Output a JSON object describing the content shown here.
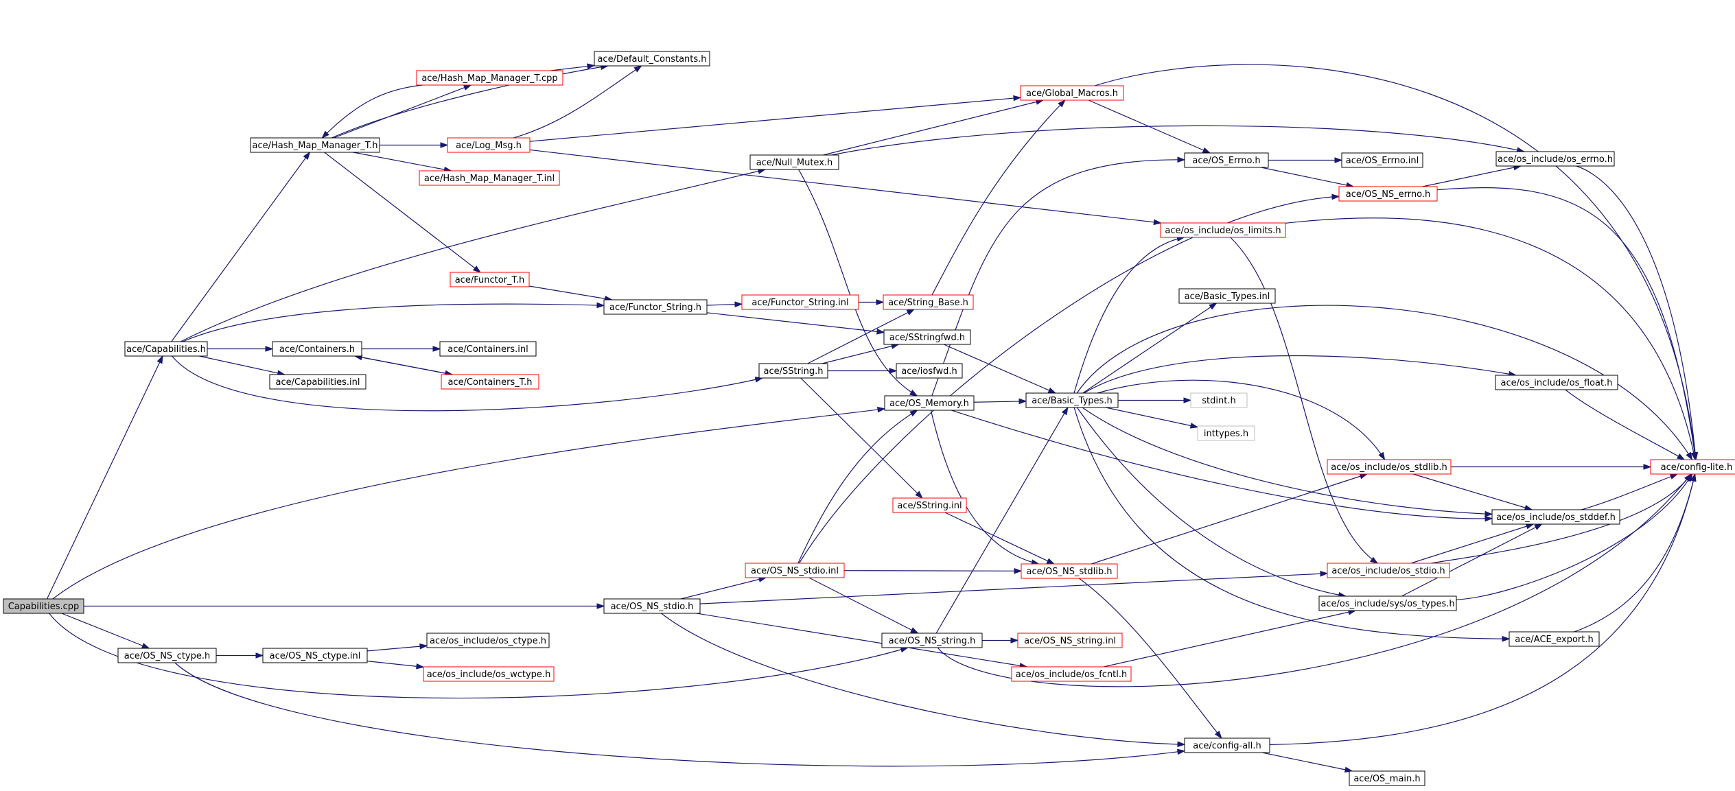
{
  "colors": {
    "edge": "#191970",
    "border_normal": "#000000",
    "border_incomplete": "#ff0000",
    "border_external": "#bfbfbf",
    "root_fill": "#bfbfbf"
  },
  "nodes": [
    {
      "id": "capabilities_cpp",
      "label": "Capabilities.cpp",
      "kind": "root"
    },
    {
      "id": "capabilities_h",
      "label": "ace/Capabilities.h",
      "kind": "normal"
    },
    {
      "id": "os_ns_ctype_h",
      "label": "ace/OS_NS_ctype.h",
      "kind": "normal"
    },
    {
      "id": "hash_map_manager_t_h",
      "label": "ace/Hash_Map_Manager_T.h",
      "kind": "normal"
    },
    {
      "id": "hash_map_manager_t_cpp",
      "label": "ace/Hash_Map_Manager_T.cpp",
      "kind": "incomplete"
    },
    {
      "id": "default_constants_h",
      "label": "ace/Default_Constants.h",
      "kind": "normal"
    },
    {
      "id": "log_msg_h",
      "label": "ace/Log_Msg.h",
      "kind": "incomplete"
    },
    {
      "id": "hash_map_manager_t_inl",
      "label": "ace/Hash_Map_Manager_T.inl",
      "kind": "incomplete"
    },
    {
      "id": "functor_t_h",
      "label": "ace/Functor_T.h",
      "kind": "incomplete"
    },
    {
      "id": "containers_h",
      "label": "ace/Containers.h",
      "kind": "normal"
    },
    {
      "id": "capabilities_inl",
      "label": "ace/Capabilities.inl",
      "kind": "normal"
    },
    {
      "id": "containers_inl",
      "label": "ace/Containers.inl",
      "kind": "normal"
    },
    {
      "id": "containers_t_h",
      "label": "ace/Containers_T.h",
      "kind": "incomplete"
    },
    {
      "id": "functor_string_h",
      "label": "ace/Functor_String.h",
      "kind": "normal"
    },
    {
      "id": "functor_string_inl",
      "label": "ace/Functor_String.inl",
      "kind": "incomplete"
    },
    {
      "id": "string_base_h",
      "label": "ace/String_Base.h",
      "kind": "incomplete"
    },
    {
      "id": "null_mutex_h",
      "label": "ace/Null_Mutex.h",
      "kind": "normal"
    },
    {
      "id": "global_macros_h",
      "label": "ace/Global_Macros.h",
      "kind": "incomplete"
    },
    {
      "id": "os_errno_h",
      "label": "ace/OS_Errno.h",
      "kind": "normal"
    },
    {
      "id": "os_errno_inl",
      "label": "ace/OS_Errno.inl",
      "kind": "normal"
    },
    {
      "id": "os_ns_errno_h",
      "label": "ace/OS_NS_errno.h",
      "kind": "incomplete"
    },
    {
      "id": "os_include_os_errno_h",
      "label": "ace/os_include/os_errno.h",
      "kind": "normal"
    },
    {
      "id": "os_include_os_limits_h",
      "label": "ace/os_include/os_limits.h",
      "kind": "incomplete"
    },
    {
      "id": "basic_types_inl",
      "label": "ace/Basic_Types.inl",
      "kind": "normal"
    },
    {
      "id": "sstringfwd_h",
      "label": "ace/SStringfwd.h",
      "kind": "normal"
    },
    {
      "id": "sstring_h",
      "label": "ace/SString.h",
      "kind": "normal"
    },
    {
      "id": "iosfwd_h",
      "label": "ace/iosfwd.h",
      "kind": "normal"
    },
    {
      "id": "os_memory_h",
      "label": "ace/OS_Memory.h",
      "kind": "normal"
    },
    {
      "id": "basic_types_h",
      "label": "ace/Basic_Types.h",
      "kind": "normal"
    },
    {
      "id": "stdint_h",
      "label": "stdint.h",
      "kind": "external"
    },
    {
      "id": "inttypes_h",
      "label": "inttypes.h",
      "kind": "external"
    },
    {
      "id": "os_include_os_float_h",
      "label": "ace/os_include/os_float.h",
      "kind": "normal"
    },
    {
      "id": "os_include_os_stdlib_h",
      "label": "ace/os_include/os_stdlib.h",
      "kind": "incomplete"
    },
    {
      "id": "config_lite_h",
      "label": "ace/config-lite.h",
      "kind": "incomplete"
    },
    {
      "id": "os_include_os_stddef_h",
      "label": "ace/os_include/os_stddef.h",
      "kind": "normal"
    },
    {
      "id": "sstring_inl",
      "label": "ace/SString.inl",
      "kind": "incomplete"
    },
    {
      "id": "os_ns_stdio_inl",
      "label": "ace/OS_NS_stdio.inl",
      "kind": "incomplete"
    },
    {
      "id": "os_ns_stdlib_h",
      "label": "ace/OS_NS_stdlib.h",
      "kind": "incomplete"
    },
    {
      "id": "os_include_os_stdio_h",
      "label": "ace/os_include/os_stdio.h",
      "kind": "incomplete"
    },
    {
      "id": "os_ns_stdio_h",
      "label": "ace/OS_NS_stdio.h",
      "kind": "normal"
    },
    {
      "id": "os_include_sys_os_types_h",
      "label": "ace/os_include/sys/os_types.h",
      "kind": "normal"
    },
    {
      "id": "ace_export_h",
      "label": "ace/ACE_export.h",
      "kind": "normal"
    },
    {
      "id": "os_ns_ctype_inl",
      "label": "ace/OS_NS_ctype.inl",
      "kind": "normal"
    },
    {
      "id": "os_include_os_ctype_h",
      "label": "ace/os_include/os_ctype.h",
      "kind": "normal"
    },
    {
      "id": "os_include_os_wctype_h",
      "label": "ace/os_include/os_wctype.h",
      "kind": "incomplete"
    },
    {
      "id": "os_ns_string_h",
      "label": "ace/OS_NS_string.h",
      "kind": "normal"
    },
    {
      "id": "os_ns_string_inl",
      "label": "ace/OS_NS_string.inl",
      "kind": "incomplete"
    },
    {
      "id": "os_include_os_fcntl_h",
      "label": "ace/os_include/os_fcntl.h",
      "kind": "incomplete"
    },
    {
      "id": "config_all_h",
      "label": "ace/config-all.h",
      "kind": "normal"
    },
    {
      "id": "os_main_h",
      "label": "ace/OS_main.h",
      "kind": "normal"
    }
  ],
  "edges": [
    [
      "capabilities_cpp",
      "capabilities_h"
    ],
    [
      "capabilities_cpp",
      "os_ns_ctype_h"
    ],
    [
      "capabilities_cpp",
      "os_ns_stdio_h"
    ],
    [
      "capabilities_cpp",
      "os_memory_h"
    ],
    [
      "capabilities_cpp",
      "os_ns_string_h"
    ],
    [
      "capabilities_h",
      "hash_map_manager_t_h"
    ],
    [
      "capabilities_h",
      "null_mutex_h"
    ],
    [
      "capabilities_h",
      "containers_h"
    ],
    [
      "capabilities_h",
      "capabilities_inl"
    ],
    [
      "capabilities_h",
      "functor_string_h"
    ],
    [
      "capabilities_h",
      "sstring_h"
    ],
    [
      "hash_map_manager_t_h",
      "hash_map_manager_t_cpp"
    ],
    [
      "hash_map_manager_t_cpp",
      "hash_map_manager_t_h"
    ],
    [
      "hash_map_manager_t_cpp",
      "default_constants_h"
    ],
    [
      "hash_map_manager_t_h",
      "default_constants_h"
    ],
    [
      "hash_map_manager_t_h",
      "log_msg_h"
    ],
    [
      "hash_map_manager_t_h",
      "hash_map_manager_t_inl"
    ],
    [
      "hash_map_manager_t_h",
      "functor_t_h"
    ],
    [
      "log_msg_h",
      "default_constants_h"
    ],
    [
      "log_msg_h",
      "global_macros_h"
    ],
    [
      "log_msg_h",
      "os_include_os_limits_h"
    ],
    [
      "functor_t_h",
      "functor_string_h"
    ],
    [
      "containers_h",
      "containers_inl"
    ],
    [
      "containers_h",
      "containers_t_h"
    ],
    [
      "containers_t_h",
      "containers_h"
    ],
    [
      "functor_string_h",
      "functor_string_inl"
    ],
    [
      "functor_string_h",
      "sstringfwd_h"
    ],
    [
      "functor_string_inl",
      "string_base_h"
    ],
    [
      "string_base_h",
      "global_macros_h"
    ],
    [
      "null_mutex_h",
      "global_macros_h"
    ],
    [
      "null_mutex_h",
      "os_include_os_errno_h"
    ],
    [
      "null_mutex_h",
      "os_memory_h"
    ],
    [
      "global_macros_h",
      "os_errno_h"
    ],
    [
      "global_macros_h",
      "config_lite_h"
    ],
    [
      "os_errno_h",
      "os_errno_inl"
    ],
    [
      "os_errno_h",
      "os_ns_errno_h"
    ],
    [
      "os_ns_errno_h",
      "os_include_os_errno_h"
    ],
    [
      "os_ns_errno_h",
      "config_lite_h"
    ],
    [
      "os_include_os_errno_h",
      "config_lite_h"
    ],
    [
      "os_include_os_limits_h",
      "config_lite_h"
    ],
    [
      "os_include_os_limits_h",
      "os_include_os_stdio_h"
    ],
    [
      "sstring_h",
      "string_base_h"
    ],
    [
      "sstring_h",
      "sstringfwd_h"
    ],
    [
      "sstring_h",
      "iosfwd_h"
    ],
    [
      "sstring_h",
      "sstring_inl"
    ],
    [
      "sstringfwd_h",
      "basic_types_h"
    ],
    [
      "sstring_inl",
      "os_ns_stdlib_h"
    ],
    [
      "os_memory_h",
      "basic_types_h"
    ],
    [
      "os_memory_h",
      "os_errno_h"
    ],
    [
      "os_memory_h",
      "os_include_os_stddef_h"
    ],
    [
      "os_memory_h",
      "os_ns_stdlib_h"
    ],
    [
      "basic_types_h",
      "basic_types_inl"
    ],
    [
      "basic_types_h",
      "stdint_h"
    ],
    [
      "basic_types_h",
      "inttypes_h"
    ],
    [
      "basic_types_h",
      "os_include_os_limits_h"
    ],
    [
      "basic_types_h",
      "os_include_os_float_h"
    ],
    [
      "basic_types_h",
      "os_include_os_stdlib_h"
    ],
    [
      "basic_types_h",
      "os_include_os_stddef_h"
    ],
    [
      "basic_types_h",
      "os_include_sys_os_types_h"
    ],
    [
      "basic_types_h",
      "ace_export_h"
    ],
    [
      "basic_types_h",
      "config_lite_h"
    ],
    [
      "os_include_os_float_h",
      "config_lite_h"
    ],
    [
      "os_include_os_stdlib_h",
      "config_lite_h"
    ],
    [
      "os_include_os_stdlib_h",
      "os_include_os_stddef_h"
    ],
    [
      "os_include_os_stddef_h",
      "config_lite_h"
    ],
    [
      "os_include_os_stdio_h",
      "config_lite_h"
    ],
    [
      "os_include_os_stdio_h",
      "os_include_os_stddef_h"
    ],
    [
      "os_include_sys_os_types_h",
      "config_lite_h"
    ],
    [
      "os_include_sys_os_types_h",
      "os_include_os_stddef_h"
    ],
    [
      "ace_export_h",
      "config_lite_h"
    ],
    [
      "os_ns_stdio_h",
      "os_ns_stdio_inl"
    ],
    [
      "os_ns_stdio_h",
      "os_include_os_stdio_h"
    ],
    [
      "os_ns_stdio_h",
      "os_include_os_fcntl_h"
    ],
    [
      "os_ns_stdio_h",
      "config_all_h"
    ],
    [
      "os_ns_stdio_inl",
      "os_ns_stdlib_h"
    ],
    [
      "os_ns_stdio_inl",
      "os_ns_string_h"
    ],
    [
      "os_ns_stdio_inl",
      "os_memory_h"
    ],
    [
      "os_ns_stdio_inl",
      "os_ns_errno_h"
    ],
    [
      "os_ns_stdlib_h",
      "os_include_os_stdlib_h"
    ],
    [
      "os_ns_stdlib_h",
      "config_all_h"
    ],
    [
      "os_ns_ctype_h",
      "os_ns_ctype_inl"
    ],
    [
      "os_ns_ctype_h",
      "config_all_h"
    ],
    [
      "os_ns_ctype_inl",
      "os_include_os_ctype_h"
    ],
    [
      "os_ns_ctype_inl",
      "os_include_os_wctype_h"
    ],
    [
      "os_ns_string_h",
      "os_ns_string_inl"
    ],
    [
      "os_ns_string_h",
      "basic_types_h"
    ],
    [
      "os_ns_string_h",
      "config_lite_h"
    ],
    [
      "os_include_os_fcntl_h",
      "os_include_sys_os_types_h"
    ],
    [
      "config_all_h",
      "config_lite_h"
    ],
    [
      "config_all_h",
      "os_main_h"
    ]
  ]
}
